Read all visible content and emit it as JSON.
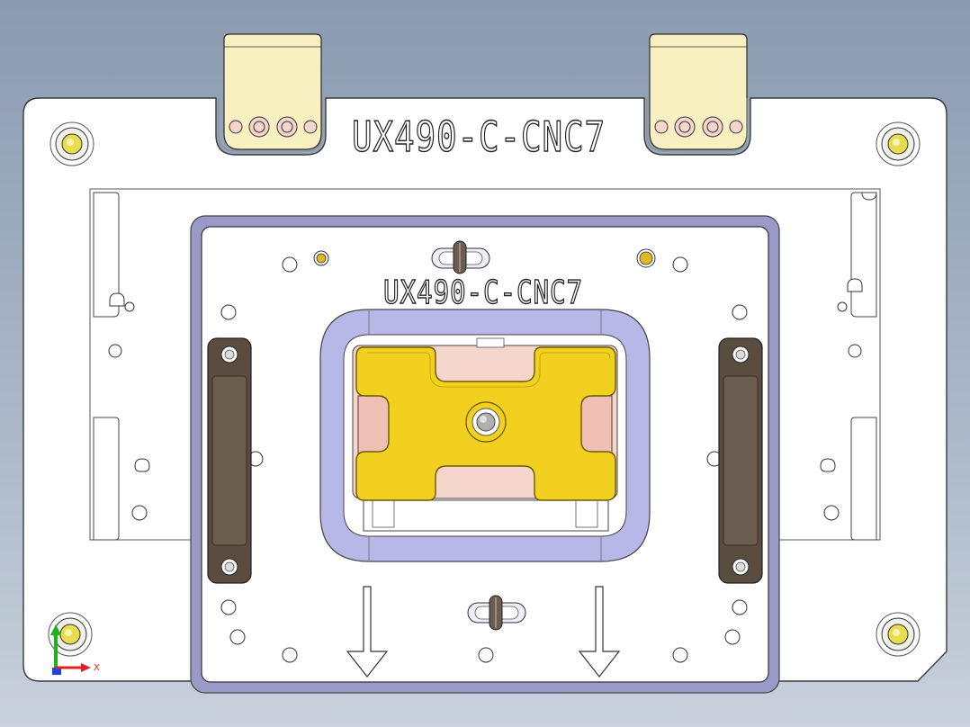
{
  "part_labels": {
    "base_plate": "UX490-C-CNC7",
    "insert_plate": "UX490-C-CNC7"
  },
  "triad": {
    "x_label": "X"
  },
  "colors": {
    "background_top": "#8b9bb0",
    "background_bottom": "#c8d1dc",
    "plate": "#ffffff",
    "plate_edge": "#9a9ac8",
    "bracket": "#f8f0c0",
    "pin": "#e8dd50",
    "nest": "#f2d020",
    "pocket": "#f6d6cc",
    "handle": "#6b5d4f",
    "axis_x": "#e02020",
    "axis_y": "#20b020",
    "axis_z": "#2040e0"
  }
}
